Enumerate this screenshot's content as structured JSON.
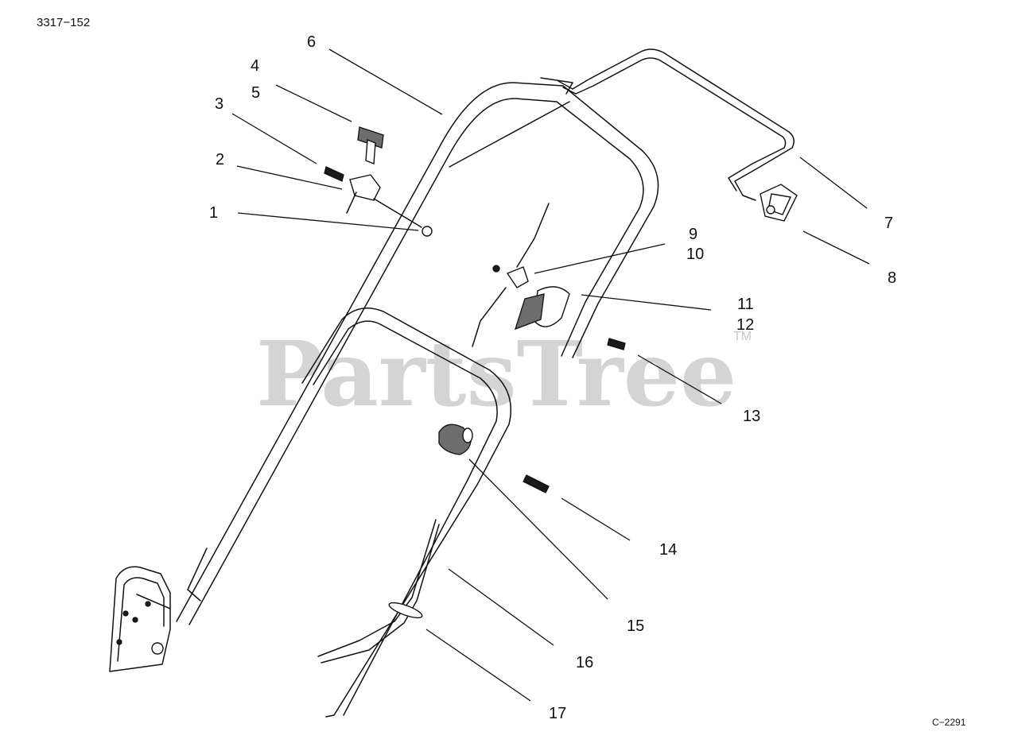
{
  "header": {
    "doc_id": "3317−152"
  },
  "footer": {
    "figure_code": "C−2291"
  },
  "watermark": {
    "text": "PartsTree",
    "trademark": "TM"
  },
  "callouts": [
    {
      "id": "c1",
      "label": "1"
    },
    {
      "id": "c2",
      "label": "2"
    },
    {
      "id": "c3",
      "label": "3"
    },
    {
      "id": "c4",
      "label": "4"
    },
    {
      "id": "c5",
      "label": "5"
    },
    {
      "id": "c6",
      "label": "6"
    },
    {
      "id": "c7",
      "label": "7"
    },
    {
      "id": "c8",
      "label": "8"
    },
    {
      "id": "c9",
      "label": "9"
    },
    {
      "id": "c10",
      "label": "10"
    },
    {
      "id": "c11",
      "label": "11"
    },
    {
      "id": "c12",
      "label": "12"
    },
    {
      "id": "c13",
      "label": "13"
    },
    {
      "id": "c14",
      "label": "14"
    },
    {
      "id": "c15",
      "label": "15"
    },
    {
      "id": "c16",
      "label": "16"
    },
    {
      "id": "c17",
      "label": "17"
    }
  ]
}
